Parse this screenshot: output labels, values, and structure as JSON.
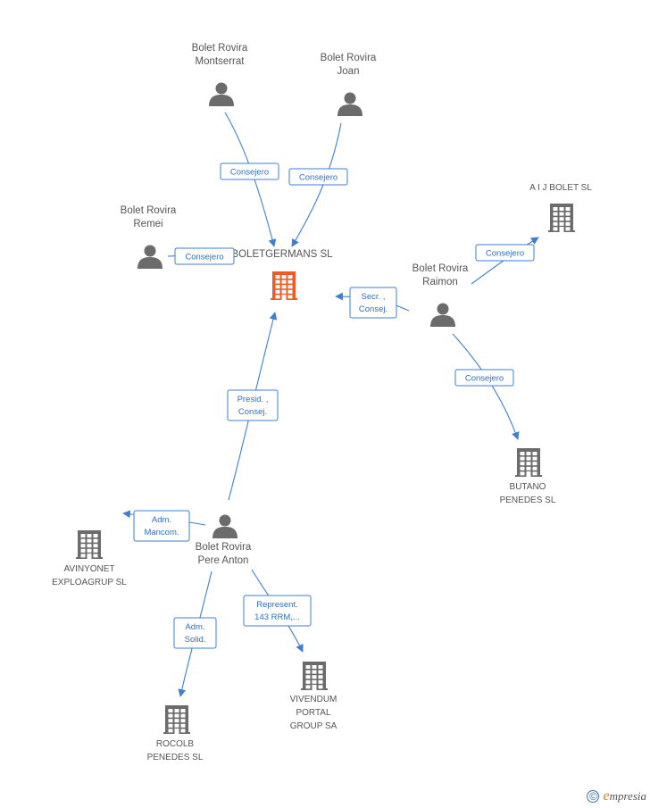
{
  "center": {
    "name": "BOLETGERMANS SL",
    "color": "#f05a28"
  },
  "people": [
    {
      "id": "montserrat",
      "lines": [
        "Bolet Rovira",
        "Montserrat"
      ]
    },
    {
      "id": "joan",
      "lines": [
        "Bolet Rovira",
        "Joan"
      ]
    },
    {
      "id": "remei",
      "lines": [
        "Bolet Rovira",
        "Remei"
      ]
    },
    {
      "id": "raimon",
      "lines": [
        "Bolet Rovira",
        "Raimon"
      ]
    },
    {
      "id": "pere",
      "lines": [
        "Bolet Rovira",
        "Pere Anton"
      ]
    }
  ],
  "companies": [
    {
      "id": "aij",
      "lines": [
        "A I J BOLET SL"
      ]
    },
    {
      "id": "butano",
      "lines": [
        "BUTANO",
        "PENEDES SL"
      ]
    },
    {
      "id": "avinyonet",
      "lines": [
        "AVINYONET",
        "EXPLOAGRUP SL"
      ]
    },
    {
      "id": "rocolb",
      "lines": [
        "ROCOLB",
        "PENEDES SL"
      ]
    },
    {
      "id": "vivendum",
      "lines": [
        "VIVENDUM",
        "PORTAL",
        "GROUP SA"
      ]
    }
  ],
  "relations": [
    {
      "id": "montserrat-center",
      "lines": [
        "Consejero"
      ]
    },
    {
      "id": "joan-center",
      "lines": [
        "Consejero"
      ]
    },
    {
      "id": "remei-center",
      "lines": [
        "Consejero"
      ]
    },
    {
      "id": "raimon-center",
      "lines": [
        "Secr. ,",
        "Consej."
      ]
    },
    {
      "id": "raimon-aij",
      "lines": [
        "Consejero"
      ]
    },
    {
      "id": "raimon-butano",
      "lines": [
        "Consejero"
      ]
    },
    {
      "id": "pere-center",
      "lines": [
        "Presid. ,",
        "Consej."
      ]
    },
    {
      "id": "pere-avinyonet",
      "lines": [
        "Adm.",
        "Mancom."
      ]
    },
    {
      "id": "pere-rocolb",
      "lines": [
        "Adm.",
        "Solid."
      ]
    },
    {
      "id": "pere-vivendum",
      "lines": [
        "Represent.",
        "143 RRM,..."
      ]
    }
  ],
  "colors": {
    "edge": "#3f7fd0",
    "icon": "#6b6b6b",
    "text": "#555555"
  },
  "brand": {
    "copyright_symbol": "©",
    "first_letter": "e",
    "name": "mpresia"
  }
}
